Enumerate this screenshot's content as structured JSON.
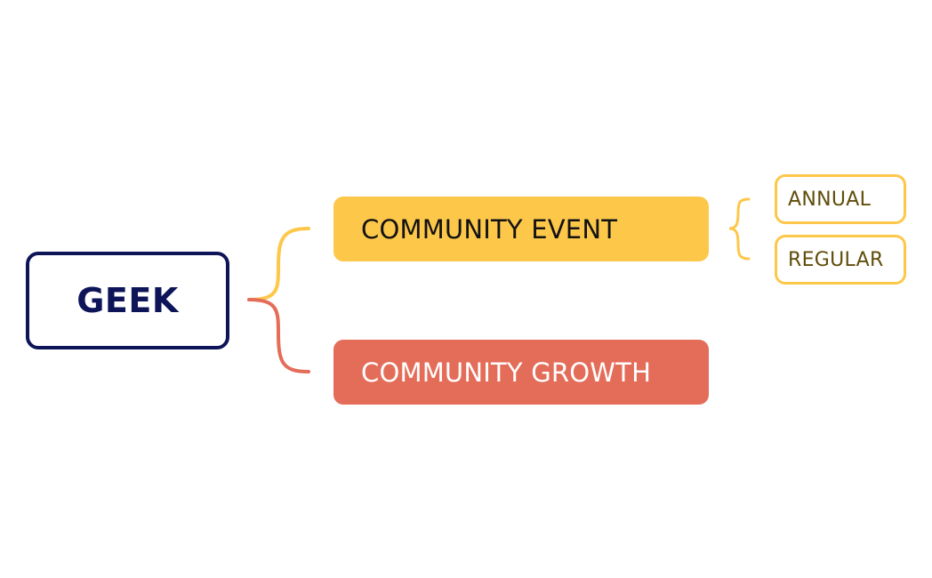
{
  "diagram": {
    "root": {
      "label": "GEEK"
    },
    "branches": [
      {
        "label": "COMMUNITY EVENT",
        "children": [
          {
            "label": "ANNUAL"
          },
          {
            "label": "REGULAR"
          }
        ]
      },
      {
        "label": "COMMUNITY GROWTH",
        "children": []
      }
    ]
  },
  "colors": {
    "root_border": "#0d1458",
    "root_text": "#0d1458",
    "event_fill": "#fdc74a",
    "growth_fill": "#e46d59",
    "leaf_border": "#fdc74a",
    "leaf_text": "#614d0b",
    "background": "#ffffff"
  }
}
